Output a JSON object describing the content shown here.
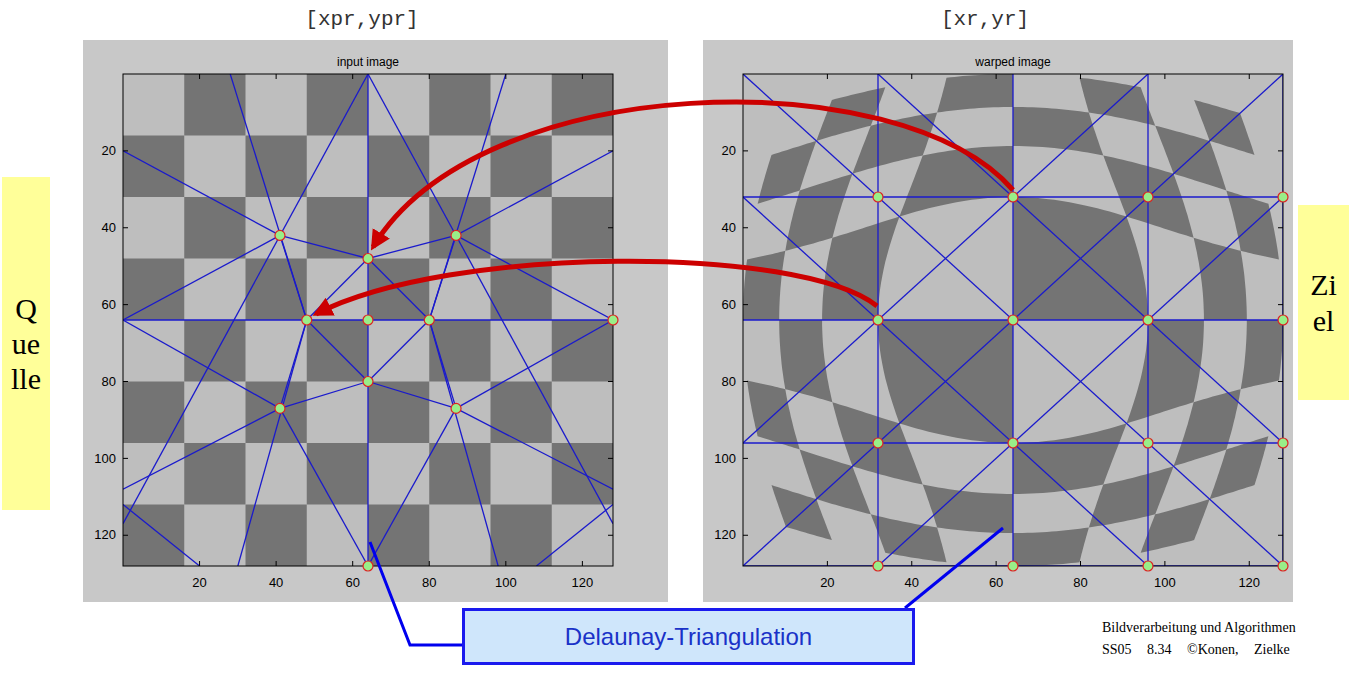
{
  "diagram": {
    "nodes": [
      {
        "text": [
          "Quelle"
        ]
      },
      {
        "text": [
          "Ziel"
        ]
      },
      {
        "text": [
          "Delaunay-Triangulation"
        ]
      }
    ],
    "labels": [
      "[xpr,ypr]",
      "[xr,yr]",
      "input image",
      "warped image",
      "20",
      "40",
      "60",
      "80",
      "100",
      "120",
      "20",
      "40",
      "60",
      "80",
      "100",
      "120",
      "20",
      "40",
      "60",
      "80",
      "100",
      "120",
      "20",
      "40",
      "60",
      "80",
      "100",
      "120",
      "Bildverarbeitung und Algorithmen",
      "SS05 8.34 ©Konen, Zielke"
    ]
  }
}
